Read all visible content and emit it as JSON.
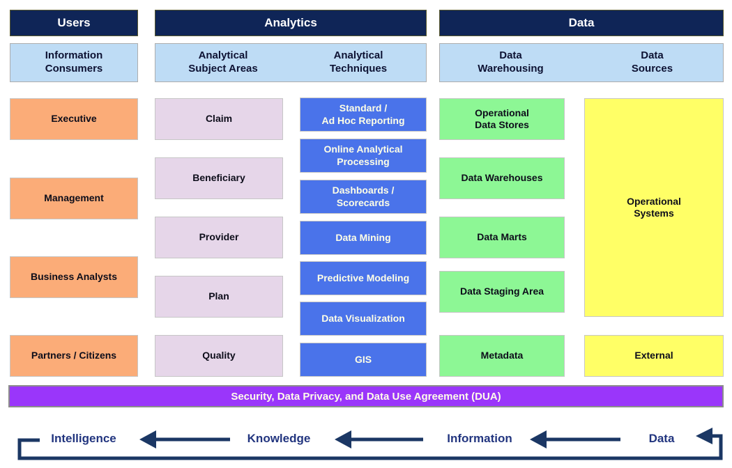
{
  "headers": {
    "users": "Users",
    "analytics": "Analytics",
    "data": "Data"
  },
  "subheaders": {
    "information_consumers": "Information\nConsumers",
    "analytical_subject_areas": "Analytical\nSubject Areas",
    "analytical_techniques": "Analytical\nTechniques",
    "data_warehousing": "Data\nWarehousing",
    "data_sources": "Data\nSources"
  },
  "information_consumers": [
    "Executive",
    "Management",
    "Business Analysts",
    "Partners / Citizens"
  ],
  "analytical_subject_areas": [
    "Claim",
    "Beneficiary",
    "Provider",
    "Plan",
    "Quality"
  ],
  "analytical_techniques": [
    "Standard /\nAd Hoc Reporting",
    "Online Analytical\nProcessing",
    "Dashboards /\nScorecards",
    "Data Mining",
    "Predictive Modeling",
    "Data Visualization",
    "GIS"
  ],
  "data_warehousing": [
    "Operational\nData Stores",
    "Data Warehouses",
    "Data Marts",
    "Data Staging Area",
    "Metadata"
  ],
  "data_sources": [
    "Operational\nSystems",
    "External"
  ],
  "security_bar": "Security, Data Privacy, and Data Use Agreement (DUA)",
  "flow_labels": [
    "Intelligence",
    "Knowledge",
    "Information",
    "Data"
  ],
  "colors": {
    "header_bg": "#0f2557",
    "subheader_bg": "#bedcf5",
    "consumers_bg": "#fbac78",
    "subject_areas_bg": "#e6d6e9",
    "techniques_bg": "#4a73ea",
    "warehousing_bg": "#8df795",
    "sources_bg": "#ffff66",
    "security_bg": "#9a36fa",
    "flow_arrow": "#1b3764",
    "flow_label": "#22357f"
  }
}
